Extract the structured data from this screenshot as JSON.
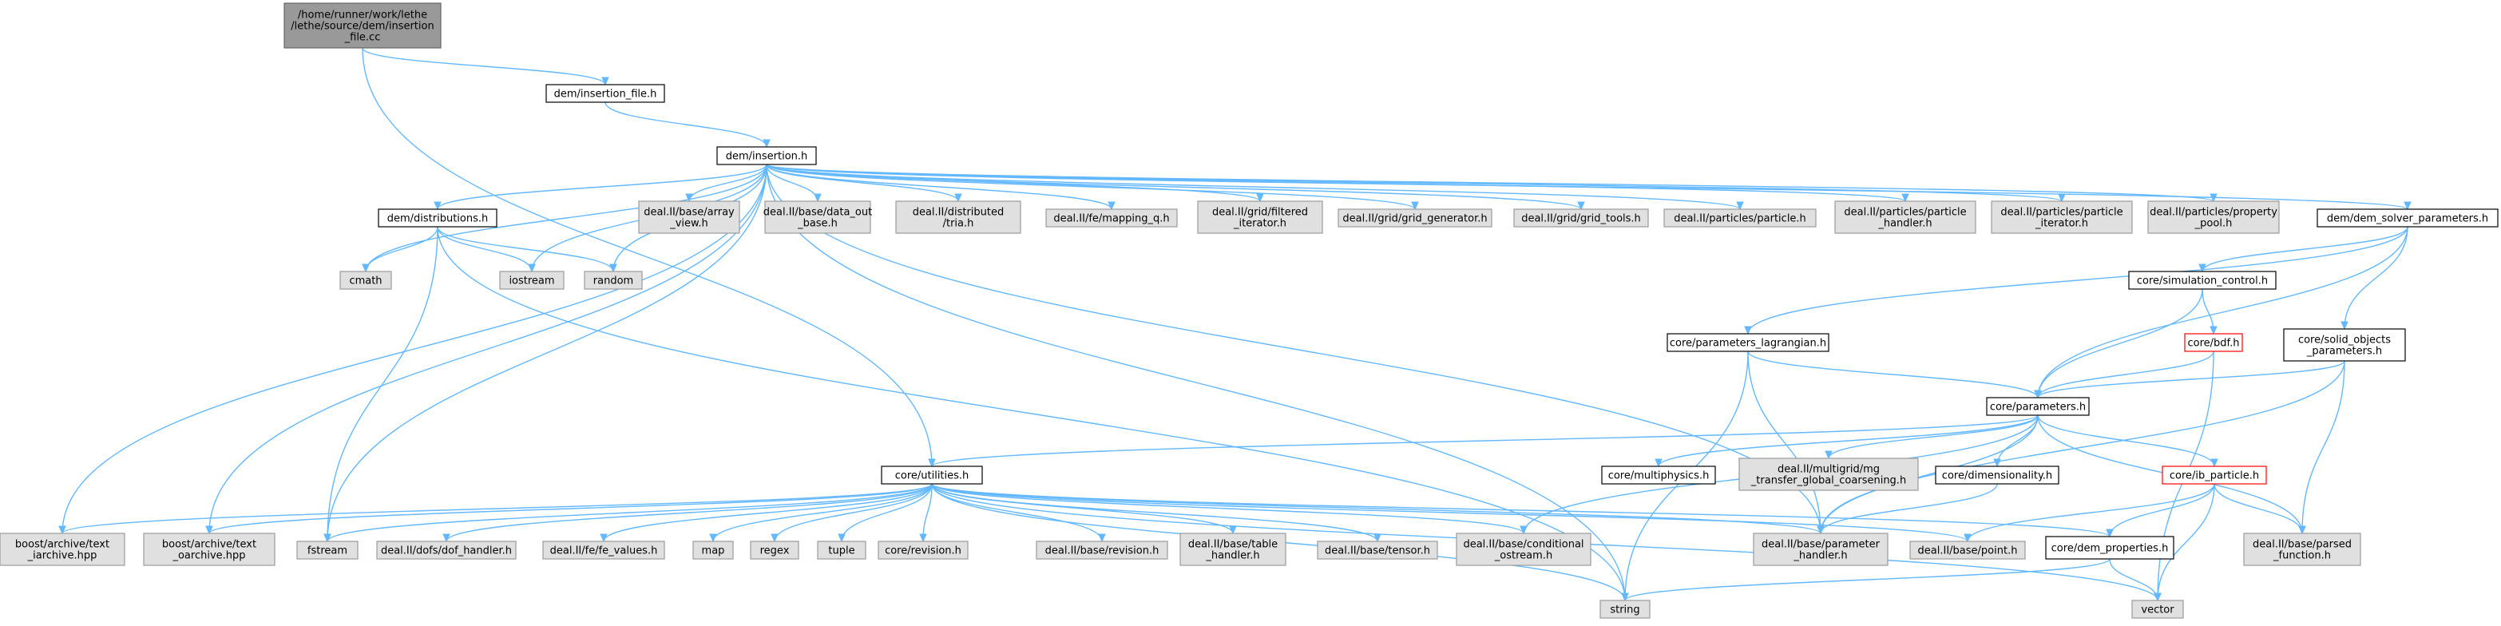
{
  "graph": {
    "colors": {
      "edge": "#63b8ff",
      "root_fill": "#999999",
      "root_border": "#666666",
      "documented_fill": "#ffffff",
      "documented_border": "#000000",
      "external_fill": "#e0e0e0",
      "external_border": "#999999",
      "truncated_border": "#ff0000",
      "text": "#000000"
    },
    "nodes": [
      {
        "id": "root",
        "lines": [
          "/home/runner/work/lethe",
          "/lethe/source/dem/insertion",
          "_file.cc"
        ],
        "kind": "root"
      },
      {
        "id": "insertion_file_h",
        "lines": [
          "dem/insertion_file.h"
        ],
        "kind": "documented"
      },
      {
        "id": "insertion_h",
        "lines": [
          "dem/insertion.h"
        ],
        "kind": "documented"
      },
      {
        "id": "distributions_h",
        "lines": [
          "dem/distributions.h"
        ],
        "kind": "documented"
      },
      {
        "id": "array_view",
        "lines": [
          "deal.II/base/array",
          "_view.h"
        ],
        "kind": "external"
      },
      {
        "id": "data_out_base",
        "lines": [
          "deal.II/base/data_out",
          "_base.h"
        ],
        "kind": "external"
      },
      {
        "id": "distributed_tria",
        "lines": [
          "deal.II/distributed",
          "/tria.h"
        ],
        "kind": "external"
      },
      {
        "id": "mapping_q",
        "lines": [
          "deal.II/fe/mapping_q.h"
        ],
        "kind": "external"
      },
      {
        "id": "filtered_iterator",
        "lines": [
          "deal.II/grid/filtered",
          "_iterator.h"
        ],
        "kind": "external"
      },
      {
        "id": "grid_generator",
        "lines": [
          "deal.II/grid/grid_generator.h"
        ],
        "kind": "external"
      },
      {
        "id": "grid_tools",
        "lines": [
          "deal.II/grid/grid_tools.h"
        ],
        "kind": "external"
      },
      {
        "id": "particle_h",
        "lines": [
          "deal.II/particles/particle.h"
        ],
        "kind": "external"
      },
      {
        "id": "particle_handler",
        "lines": [
          "deal.II/particles/particle",
          "_handler.h"
        ],
        "kind": "external"
      },
      {
        "id": "particle_iterator",
        "lines": [
          "deal.II/particles/particle",
          "_iterator.h"
        ],
        "kind": "external"
      },
      {
        "id": "property_pool",
        "lines": [
          "deal.II/particles/property",
          "_pool.h"
        ],
        "kind": "external"
      },
      {
        "id": "dem_solver_parameters",
        "lines": [
          "dem/dem_solver_parameters.h"
        ],
        "kind": "documented"
      },
      {
        "id": "cmath",
        "lines": [
          "cmath"
        ],
        "kind": "external"
      },
      {
        "id": "iostream",
        "lines": [
          "iostream"
        ],
        "kind": "external"
      },
      {
        "id": "random",
        "lines": [
          "random"
        ],
        "kind": "external"
      },
      {
        "id": "simulation_control",
        "lines": [
          "core/simulation_control.h"
        ],
        "kind": "documented"
      },
      {
        "id": "parameters_lagrangian",
        "lines": [
          "core/parameters_lagrangian.h"
        ],
        "kind": "documented"
      },
      {
        "id": "bdf",
        "lines": [
          "core/bdf.h"
        ],
        "kind": "truncated"
      },
      {
        "id": "solid_objects",
        "lines": [
          "core/solid_objects",
          "_parameters.h"
        ],
        "kind": "documented"
      },
      {
        "id": "parameters_h",
        "lines": [
          "core/parameters.h"
        ],
        "kind": "documented"
      },
      {
        "id": "utilities_h",
        "lines": [
          "core/utilities.h"
        ],
        "kind": "documented"
      },
      {
        "id": "multiphysics",
        "lines": [
          "core/multiphysics.h"
        ],
        "kind": "documented"
      },
      {
        "id": "mg_transfer",
        "lines": [
          "deal.II/multigrid/mg",
          "_transfer_global_coarsening.h"
        ],
        "kind": "external"
      },
      {
        "id": "dimensionality",
        "lines": [
          "core/dimensionality.h"
        ],
        "kind": "documented"
      },
      {
        "id": "ib_particle",
        "lines": [
          "core/ib_particle.h"
        ],
        "kind": "truncated"
      },
      {
        "id": "text_iarchive",
        "lines": [
          "boost/archive/text",
          "_iarchive.hpp"
        ],
        "kind": "external"
      },
      {
        "id": "text_oarchive",
        "lines": [
          "boost/archive/text",
          "_oarchive.hpp"
        ],
        "kind": "external"
      },
      {
        "id": "fstream",
        "lines": [
          "fstream"
        ],
        "kind": "external"
      },
      {
        "id": "dof_handler",
        "lines": [
          "deal.II/dofs/dof_handler.h"
        ],
        "kind": "external"
      },
      {
        "id": "fe_values",
        "lines": [
          "deal.II/fe/fe_values.h"
        ],
        "kind": "external"
      },
      {
        "id": "map",
        "lines": [
          "map"
        ],
        "kind": "external"
      },
      {
        "id": "regex",
        "lines": [
          "regex"
        ],
        "kind": "external"
      },
      {
        "id": "tuple",
        "lines": [
          "tuple"
        ],
        "kind": "external"
      },
      {
        "id": "revision_core",
        "lines": [
          "core/revision.h"
        ],
        "kind": "external"
      },
      {
        "id": "revision_dealii",
        "lines": [
          "deal.II/base/revision.h"
        ],
        "kind": "external"
      },
      {
        "id": "table_handler",
        "lines": [
          "deal.II/base/table",
          "_handler.h"
        ],
        "kind": "external"
      },
      {
        "id": "tensor",
        "lines": [
          "deal.II/base/tensor.h"
        ],
        "kind": "external"
      },
      {
        "id": "conditional_ostream",
        "lines": [
          "deal.II/base/conditional",
          "_ostream.h"
        ],
        "kind": "external"
      },
      {
        "id": "parameter_handler",
        "lines": [
          "deal.II/base/parameter",
          "_handler.h"
        ],
        "kind": "external"
      },
      {
        "id": "point_h",
        "lines": [
          "deal.II/base/point.h"
        ],
        "kind": "external"
      },
      {
        "id": "dem_properties",
        "lines": [
          "core/dem_properties.h"
        ],
        "kind": "documented"
      },
      {
        "id": "parsed_function",
        "lines": [
          "deal.II/base/parsed",
          "_function.h"
        ],
        "kind": "external"
      },
      {
        "id": "string",
        "lines": [
          "string"
        ],
        "kind": "external"
      },
      {
        "id": "vector",
        "lines": [
          "vector"
        ],
        "kind": "external"
      }
    ],
    "edges": [
      [
        "root",
        "insertion_file_h"
      ],
      [
        "root",
        "utilities_h"
      ],
      [
        "insertion_file_h",
        "insertion_h"
      ],
      [
        "insertion_h",
        "distributions_h"
      ],
      [
        "insertion_h",
        "array_view"
      ],
      [
        "insertion_h",
        "data_out_base"
      ],
      [
        "insertion_h",
        "distributed_tria"
      ],
      [
        "insertion_h",
        "mapping_q"
      ],
      [
        "insertion_h",
        "filtered_iterator"
      ],
      [
        "insertion_h",
        "grid_generator"
      ],
      [
        "insertion_h",
        "grid_tools"
      ],
      [
        "insertion_h",
        "particle_h"
      ],
      [
        "insertion_h",
        "particle_handler"
      ],
      [
        "insertion_h",
        "particle_iterator"
      ],
      [
        "insertion_h",
        "property_pool"
      ],
      [
        "insertion_h",
        "dem_solver_parameters"
      ],
      [
        "insertion_h",
        "cmath"
      ],
      [
        "insertion_h",
        "iostream"
      ],
      [
        "insertion_h",
        "random"
      ],
      [
        "insertion_h",
        "fstream"
      ],
      [
        "insertion_h",
        "text_iarchive"
      ],
      [
        "insertion_h",
        "text_oarchive"
      ],
      [
        "insertion_h",
        "string"
      ],
      [
        "insertion_h",
        "parameter_handler"
      ],
      [
        "distributions_h",
        "cmath"
      ],
      [
        "distributions_h",
        "iostream"
      ],
      [
        "distributions_h",
        "random"
      ],
      [
        "distributions_h",
        "fstream"
      ],
      [
        "distributions_h",
        "string"
      ],
      [
        "dem_solver_parameters",
        "simulation_control"
      ],
      [
        "dem_solver_parameters",
        "parameters_lagrangian"
      ],
      [
        "dem_solver_parameters",
        "solid_objects"
      ],
      [
        "dem_solver_parameters",
        "parameters_h"
      ],
      [
        "simulation_control",
        "bdf"
      ],
      [
        "simulation_control",
        "parameters_h"
      ],
      [
        "bdf",
        "parameters_h"
      ],
      [
        "bdf",
        "vector"
      ],
      [
        "solid_objects",
        "parameters_h"
      ],
      [
        "solid_objects",
        "parameter_handler"
      ],
      [
        "solid_objects",
        "parsed_function"
      ],
      [
        "parameters_lagrangian",
        "parameters_h"
      ],
      [
        "parameters_lagrangian",
        "parameter_handler"
      ],
      [
        "parameters_lagrangian",
        "string"
      ],
      [
        "parameters_h",
        "utilities_h"
      ],
      [
        "parameters_h",
        "multiphysics"
      ],
      [
        "parameters_h",
        "mg_transfer"
      ],
      [
        "parameters_h",
        "dimensionality"
      ],
      [
        "parameters_h",
        "ib_particle"
      ],
      [
        "parameters_h",
        "parameter_handler"
      ],
      [
        "parameters_h",
        "parsed_function"
      ],
      [
        "parameters_h",
        "conditional_ostream"
      ],
      [
        "dimensionality",
        "parameter_handler"
      ],
      [
        "ib_particle",
        "dem_properties"
      ],
      [
        "ib_particle",
        "point_h"
      ],
      [
        "ib_particle",
        "parsed_function"
      ],
      [
        "ib_particle",
        "vector"
      ],
      [
        "dem_properties",
        "string"
      ],
      [
        "dem_properties",
        "vector"
      ],
      [
        "utilities_h",
        "text_iarchive"
      ],
      [
        "utilities_h",
        "text_oarchive"
      ],
      [
        "utilities_h",
        "fstream"
      ],
      [
        "utilities_h",
        "dof_handler"
      ],
      [
        "utilities_h",
        "fe_values"
      ],
      [
        "utilities_h",
        "map"
      ],
      [
        "utilities_h",
        "regex"
      ],
      [
        "utilities_h",
        "tuple"
      ],
      [
        "utilities_h",
        "revision_core"
      ],
      [
        "utilities_h",
        "revision_dealii"
      ],
      [
        "utilities_h",
        "table_handler"
      ],
      [
        "utilities_h",
        "tensor"
      ],
      [
        "utilities_h",
        "conditional_ostream"
      ],
      [
        "utilities_h",
        "parameter_handler"
      ],
      [
        "utilities_h",
        "point_h"
      ],
      [
        "utilities_h",
        "dem_properties"
      ],
      [
        "utilities_h",
        "string"
      ],
      [
        "utilities_h",
        "vector"
      ]
    ]
  }
}
